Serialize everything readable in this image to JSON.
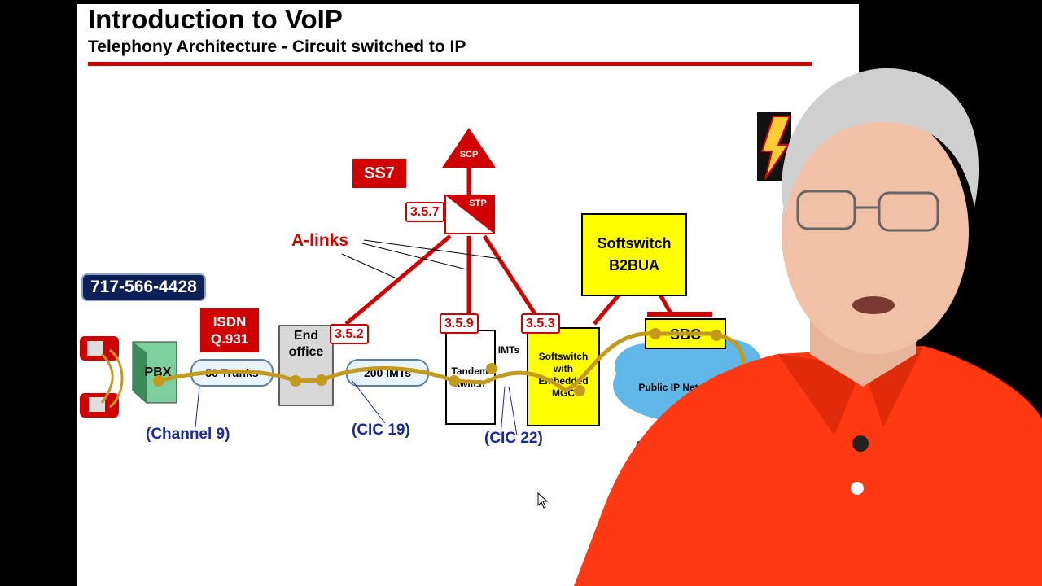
{
  "slide": {
    "title": "Introduction to VoIP",
    "subtitle": "Telephony Architecture - Circuit switched to IP"
  },
  "diagram": {
    "ss7_label": "SS7",
    "scp_label": "SCP",
    "stp_label": "STP",
    "alinks_label": "A-links",
    "phone_number": "717-566-4428",
    "isdn_line1": "ISDN",
    "isdn_line2": "Q.931",
    "pbx_label": "PBX",
    "trunks_label": "50 Trunks",
    "end_office_line1": "End",
    "end_office_line2": "office",
    "imts_label": "200 IMTs",
    "tandem_line1": "Tandem",
    "tandem_line2": "switch",
    "imts_small": "IMTs",
    "softswitch_mgc_line1": "Softswitch",
    "softswitch_mgc_line2": "with",
    "softswitch_mgc_line3": "Embedded",
    "softswitch_mgc_line4": "MGC",
    "softswitch_b2bua_line1": "Softswitch",
    "softswitch_b2bua_line2": "B2BUA",
    "sbc_label": "SBC",
    "public_ip_label": "Public IP Network",
    "code_357": "3.5.7",
    "code_352": "3.5.2",
    "code_359": "3.5.9",
    "code_353": "3.5.3",
    "channel_label": "(Channel 9)",
    "cic19_label": "(CIC 19)",
    "cic22_label": "(CIC 22)",
    "partial_label": "(R"
  },
  "colors": {
    "accent_red": "#d10000",
    "link_gold": "#c49a1c",
    "softswitch_yellow": "#ffff00",
    "label_blue": "#1a2a9c",
    "presenter_shirt": "#ff3a12"
  }
}
